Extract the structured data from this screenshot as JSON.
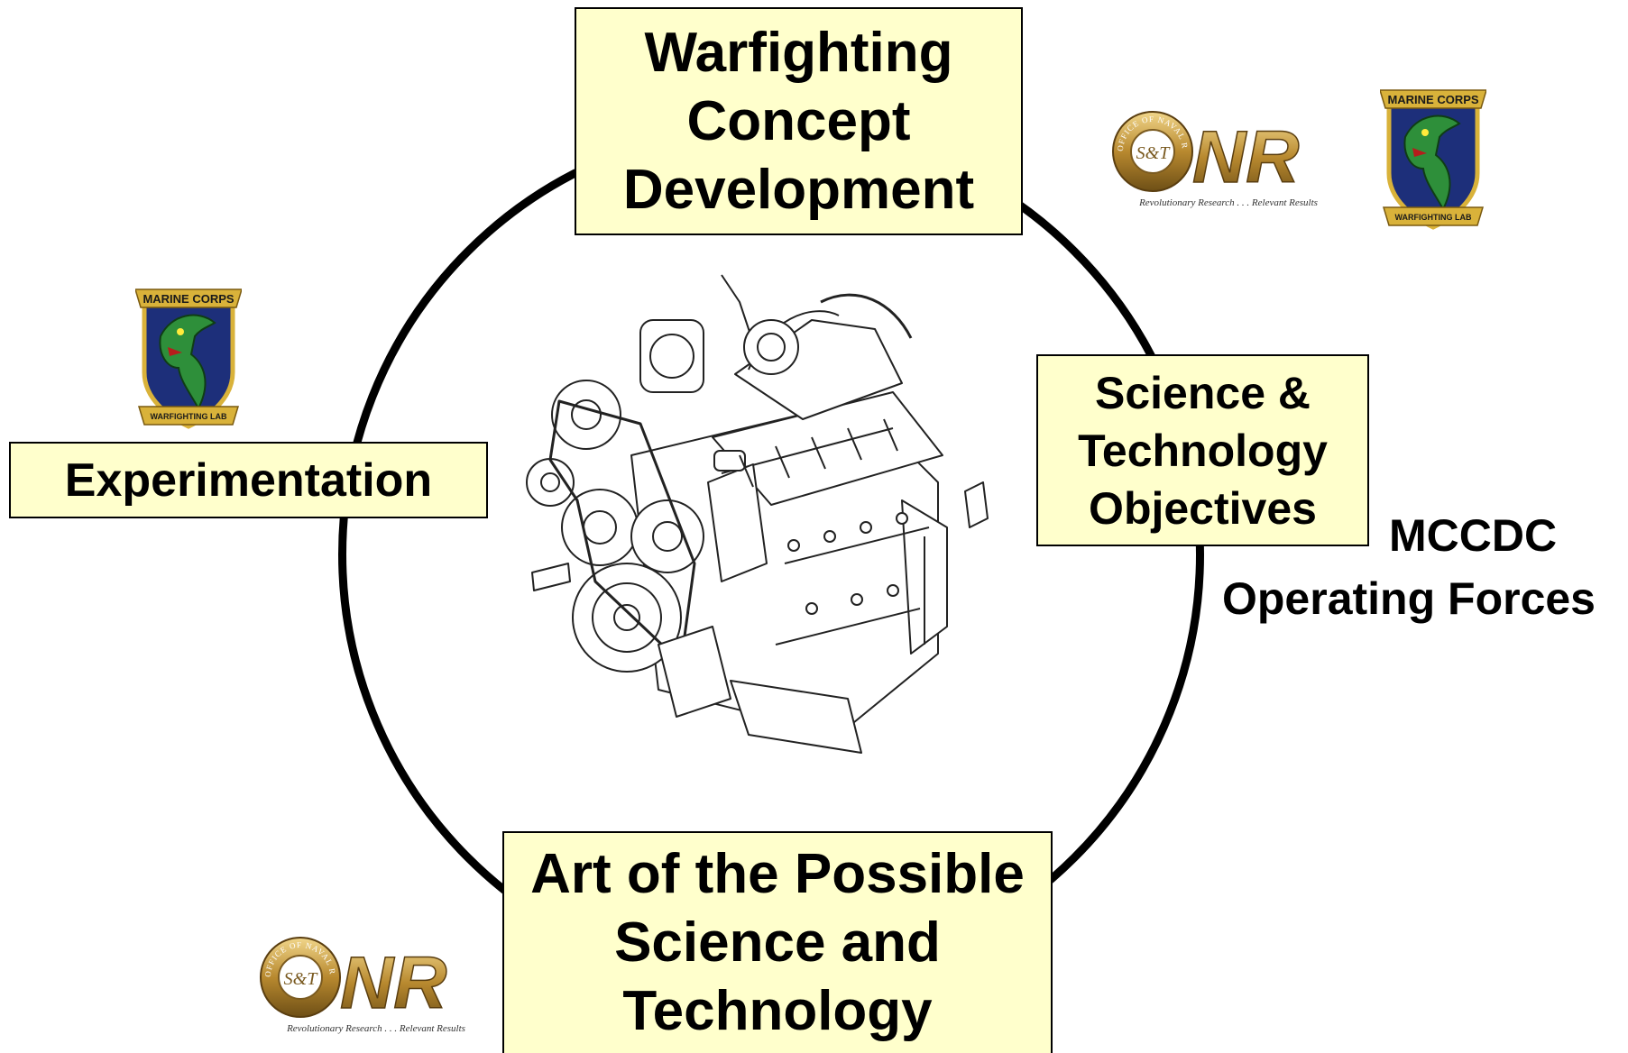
{
  "diagram": {
    "top_box": {
      "lines": [
        "Warfighting",
        "Concept",
        "Development"
      ]
    },
    "left_box": {
      "label": "Experimentation"
    },
    "right_box": {
      "lines": [
        "Science &",
        "Technology",
        "Objectives"
      ]
    },
    "bottom_box": {
      "lines": [
        "Art of the Possible",
        "Science and",
        "Technology"
      ]
    },
    "right_labels": {
      "line1": "MCCDC",
      "line2": "Operating Forces"
    }
  },
  "logos": {
    "onr": {
      "initials": "NR",
      "monogram": "S&T",
      "ring_text": "OFFICE OF NAVAL RESEARCH",
      "tagline": "Revolutionary Research . . . Relevant Results"
    },
    "warfighting_lab": {
      "top_banner": "MARINE CORPS",
      "bottom_banner": "WARFIGHTING LAB"
    }
  },
  "colors": {
    "box_fill": "#ffffcc",
    "ring": "#000000",
    "onr_gold": "#b8892f",
    "crest_blue": "#1d2f7a",
    "crest_green": "#2e8f3a",
    "crest_gold": "#d9b23a"
  },
  "icons": [
    "engine-illustration",
    "onr-logo",
    "warfighting-lab-crest"
  ]
}
